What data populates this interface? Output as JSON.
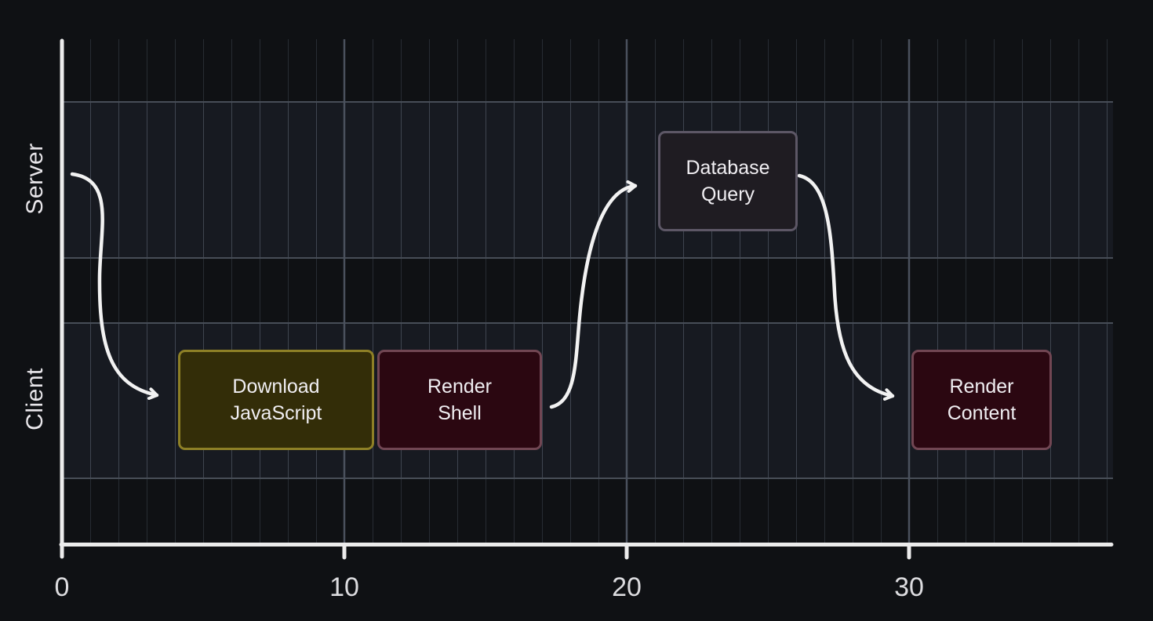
{
  "chart_data": {
    "type": "gantt",
    "title": "",
    "x_axis": {
      "ticks": [
        "0",
        "10",
        "20",
        "30"
      ],
      "tick_values": [
        0,
        10,
        20,
        30
      ],
      "range": [
        0,
        37
      ],
      "label": ""
    },
    "lanes": [
      "Server",
      "Client"
    ],
    "tasks": [
      {
        "label": "Download JavaScript",
        "lane": "Client",
        "start": 4,
        "end": 11,
        "fill": "#332d08",
        "border": "#8e8026"
      },
      {
        "label": "Render Shell",
        "lane": "Client",
        "start": 11,
        "end": 17,
        "fill": "#2b0711",
        "border": "#714653"
      },
      {
        "label": "Database Query",
        "lane": "Server",
        "start": 21,
        "end": 26,
        "fill": "#1f1c22",
        "border": "#5d5766"
      },
      {
        "label": "Render Content",
        "lane": "Client",
        "start": 30,
        "end": 35,
        "fill": "#2b0711",
        "border": "#714653"
      }
    ],
    "arrows": [
      {
        "from": "axis-origin",
        "to": "Download JavaScript"
      },
      {
        "from": "Render Shell",
        "to": "Database Query"
      },
      {
        "from": "Database Query",
        "to": "Render Content"
      }
    ],
    "grid": "on",
    "legend": "none",
    "theme": {
      "background": "#0f1114",
      "lane_band": "#171a21",
      "grid_minor": "#272c33",
      "grid_minor_in_band": "#3f4550",
      "grid_major": "#4a515d",
      "axis": "#ececec",
      "arrow": "#f2f2f2",
      "text": "#e8e6ea"
    }
  },
  "labels": {
    "lane_server": "Server",
    "lane_client": "Client",
    "tick_0": "0",
    "tick_10": "10",
    "tick_20": "20",
    "tick_30": "30",
    "task_download_js": "Download\nJavaScript",
    "task_render_shell": "Render\nShell",
    "task_database_query": "Database\nQuery",
    "task_render_content": "Render\nContent"
  }
}
